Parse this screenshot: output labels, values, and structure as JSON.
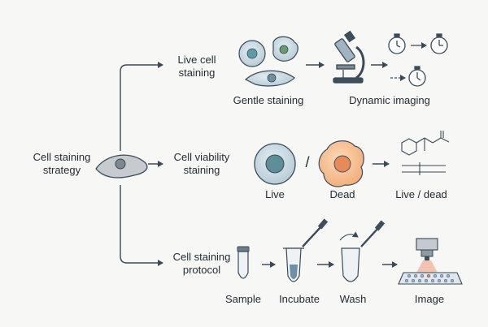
{
  "root": {
    "label": "Cell staining\nstrategy"
  },
  "branches": [
    {
      "label": "Live cell\nstaining",
      "steps": [
        "Gentle staining",
        "Dynamic imaging"
      ]
    },
    {
      "label": "Cell viability\nstaining",
      "steps": [
        "Live",
        "Dead",
        "Live / dead"
      ],
      "separator": "/"
    },
    {
      "label": "Cell staining\nprotocol",
      "steps": [
        "Sample",
        "Incubate",
        "Wash",
        "Image"
      ]
    }
  ],
  "colors": {
    "line": "#3a4a58",
    "cell_fill": "#c9d8e0",
    "nucleus": "#6f8f9a",
    "dead_fill": "#f6c49a",
    "dead_nucleus": "#e88a5a",
    "laser": "#f08060",
    "plate_well": "#9ab7d6"
  }
}
